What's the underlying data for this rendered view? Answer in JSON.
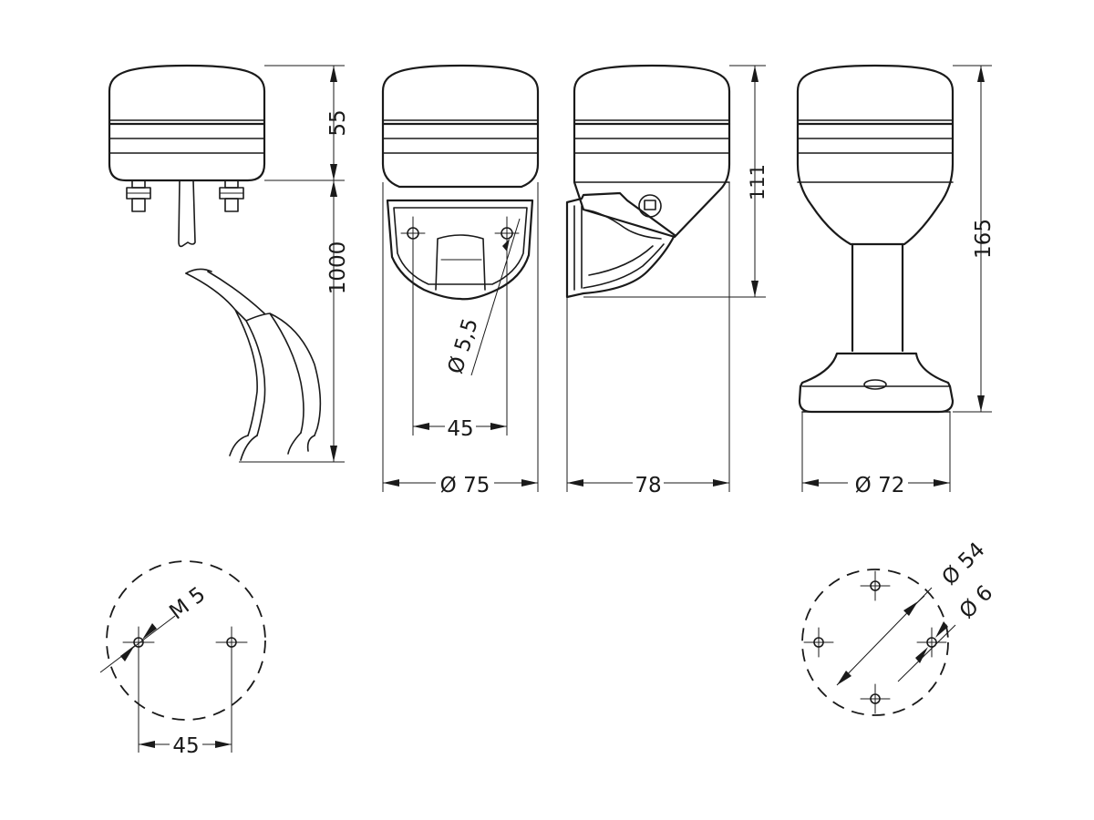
{
  "dimensions": {
    "height_lamp": "55",
    "cable_length": "1000",
    "hole_diameter_bracket": "Ø 5,5",
    "hole_spacing_bracket": "45",
    "lamp_diameter": "Ø 75",
    "depth_bracket": "78",
    "height_bracket": "111",
    "height_pole": "165",
    "base_diameter": "Ø 72",
    "thread": "M 5",
    "hole_spacing_bottom": "45",
    "pitch_circle": "Ø 54",
    "hole_diameter_base": "Ø 6"
  }
}
